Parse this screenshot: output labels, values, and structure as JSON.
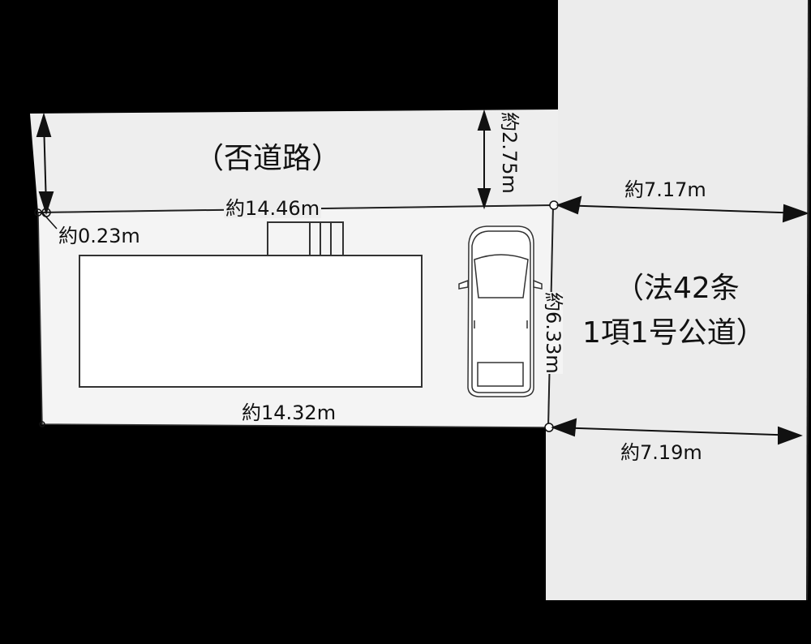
{
  "colors": {
    "background": "#000000",
    "private_road": "#eeeeee",
    "lot": "#f4f4f4",
    "public_road": "#ececec",
    "building": "#ffffff",
    "line": "#111111"
  },
  "labels": {
    "private_road": "（否道路）",
    "public_road_line1": "（法42条",
    "public_road_line2": "1項1号公道）",
    "north_edge": "約14.46m",
    "south_edge": "約14.32m",
    "east_edge": "約6.33m",
    "private_road_width": "約2.75m",
    "corner_offset": "約0.23m",
    "public_road_width_top": "約7.17m",
    "public_road_width_bottom": "約7.19m"
  },
  "elements": {
    "lot": "building-lot",
    "house": "house-footprint",
    "entrance": "entrance-porch",
    "car": "parking-car"
  }
}
